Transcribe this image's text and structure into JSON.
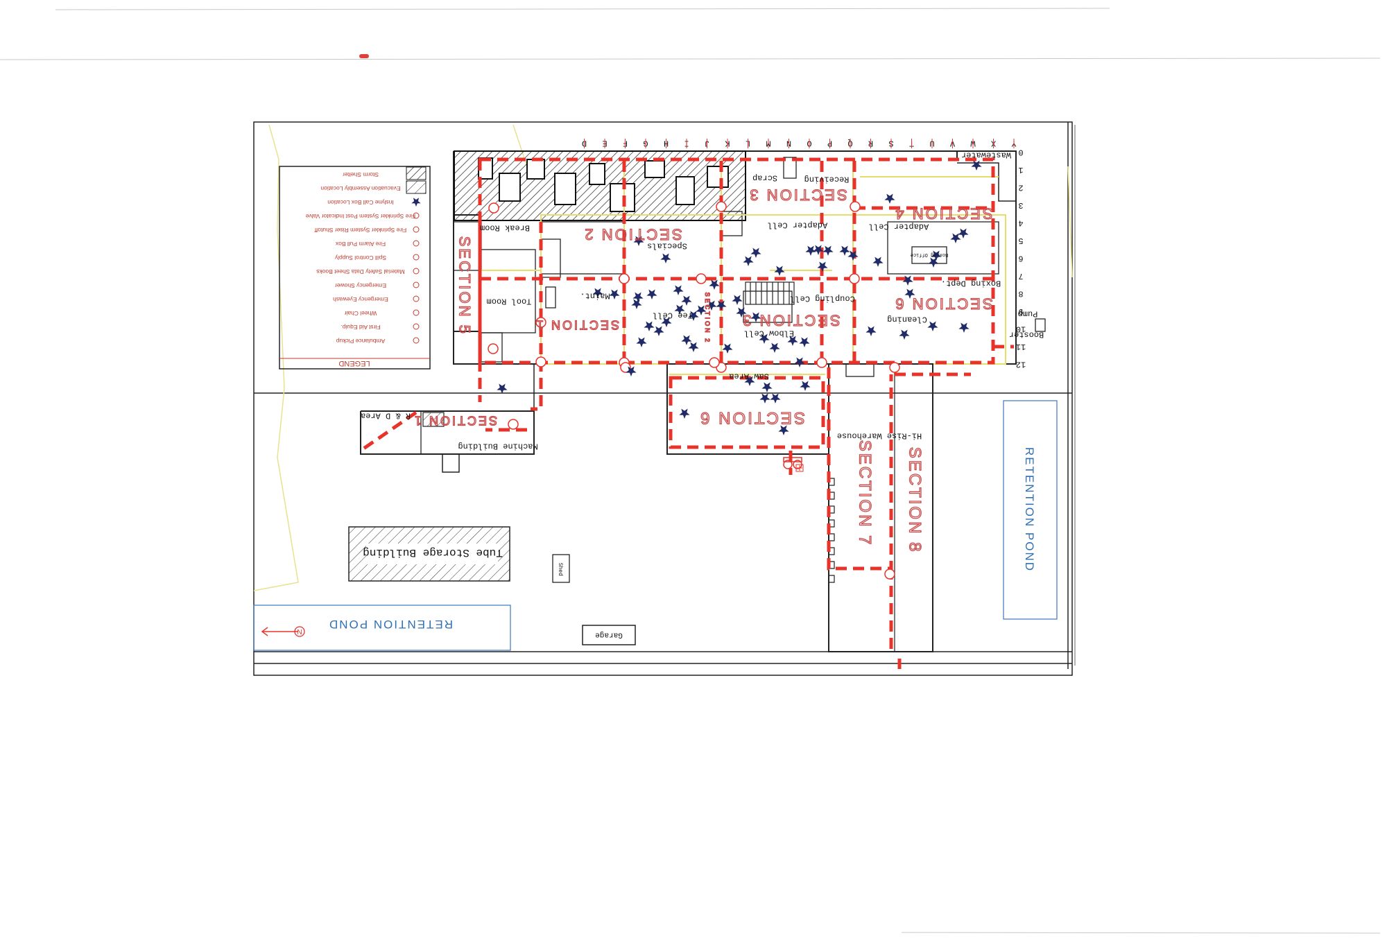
{
  "grid": {
    "columns": [
      "Y",
      "X",
      "W",
      "V",
      "U",
      "T",
      "S",
      "R",
      "Q",
      "P",
      "O",
      "N",
      "M",
      "L",
      "K",
      "J",
      "I",
      "H",
      "G",
      "F",
      "E",
      "D"
    ],
    "rows": [
      "0",
      "1",
      "2",
      "3",
      "4",
      "5",
      "6",
      "7",
      "8",
      "9",
      "10",
      "11",
      "12"
    ]
  },
  "legend": {
    "title": "LEGEND",
    "items": [
      "Storm Shelter",
      "Evacuation Assembly Location",
      "Inslyne Call Box Location",
      "Fire Sprinkler System Post Indicator Valve",
      "Fire Sprinkler System Riser Shutoff",
      "Fire Alarm Pull Box",
      "Spill Control Supply",
      "Material Safety Data Sheet Books",
      "Emergency Shower",
      "Emergency Eyewash",
      "Wheel Chair",
      "First Aid Equip.",
      "Ambulance Pickup"
    ]
  },
  "sections": {
    "s1": "SECTION 1",
    "s1b": "SECTION 1",
    "s2": "SECTION 2",
    "s3": "SECTION 3",
    "s3b": "SECTION 3",
    "s4": "SECTION 4",
    "s5": "SECTION 5",
    "s6": "SECTION 6",
    "s6b": "SECTION 6",
    "s7": "SECTION 7",
    "s8": "SECTION 8",
    "s2small": "SECTION 2"
  },
  "areas": {
    "wastewater": "Wastewater",
    "receiving": "Receiving",
    "scrap": "Scrap",
    "adapter_cell_1": "Adapter Cell",
    "adapter_cell_2": "Adapter Cell",
    "boxing_office": "Boxing Office",
    "boxing_dept": "Boxing Dept.",
    "cleaning": "Cleaning",
    "booster_pump_1": "Booster",
    "booster_pump_2": "Pump",
    "specials": "Specials",
    "break_room": "Break Room",
    "tool_room": "Tool Room",
    "maint": "Maint.",
    "tee_cell": "Tee Cell",
    "elbow_cell": "Elbow Cell",
    "coupling_cell": "Coupling Cell",
    "saw_area": "Saw Area",
    "hi_rise": "Hi-Rise Warehouse",
    "machine_building": "Machine Building",
    "rd_area": "R & D Area",
    "tube_storage": "Tube Storage Building",
    "shed": "Shed",
    "garage": "Garage",
    "pond_left": "RETENTION POND",
    "pond_right": "RETENTION POND",
    "north": "N"
  },
  "colors": {
    "route": "#e8332b",
    "star": "#1f2a66",
    "section_text": "#c94b4b",
    "pond_text": "#2f6fb3",
    "aisle": "#e6dd6a"
  }
}
